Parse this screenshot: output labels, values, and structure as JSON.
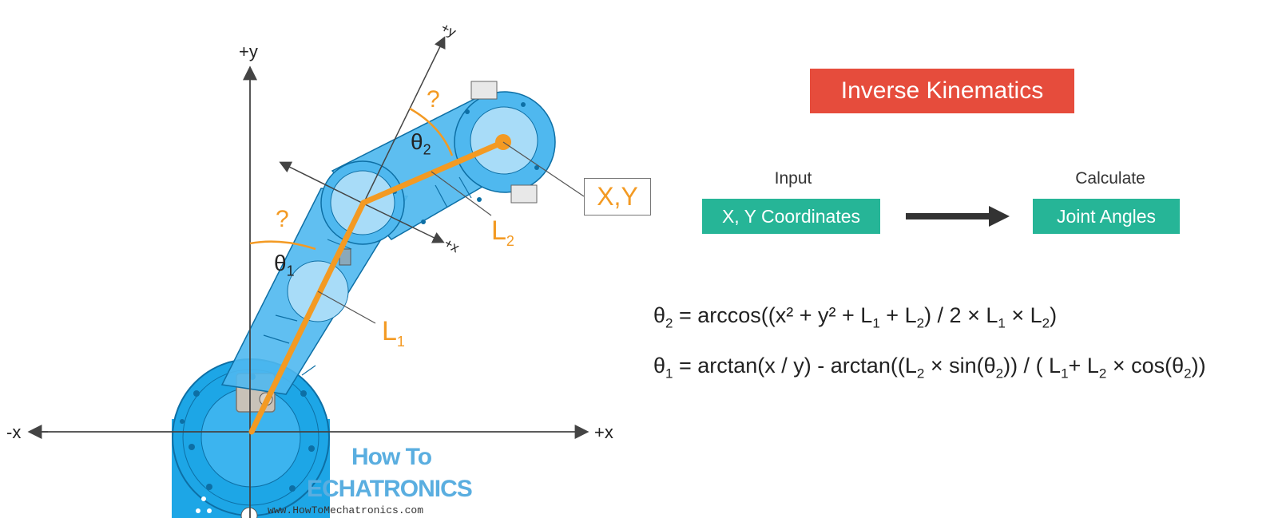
{
  "title": "Inverse Kinematics",
  "flow": {
    "input_label": "Input",
    "input_value": "X, Y Coordinates",
    "output_label": "Calculate",
    "output_value": "Joint Angles"
  },
  "diagram": {
    "axis_pos_y": "+y",
    "axis_pos_x": "+x",
    "axis_neg_x": "-x",
    "local_pos_y": "+y",
    "local_pos_x": "+x",
    "unknown_1": "?",
    "unknown_2": "?",
    "theta_symbol": "θ",
    "theta1_sub": "1",
    "theta2_sub": "2",
    "link_symbol": "L",
    "link1_sub": "1",
    "link2_sub": "2",
    "target": "X,Y"
  },
  "equations": {
    "theta2": {
      "lhs": "θ",
      "lhs_sub": "2",
      "p1": " = arccos((x² + y² + L",
      "s1": "1",
      "p2": " + L",
      "s2": "2",
      "p3": ") / 2 × L",
      "s3": "1",
      "p4": " × L",
      "s4": "2",
      "p5": ")"
    },
    "theta1": {
      "lhs": "θ",
      "lhs_sub": "1",
      "p1": " = arctan(x / y) - arctan((L",
      "s1": "2",
      "p2": " × sin(θ",
      "s2": "2",
      "p3": ")) / ( L",
      "s3": "1",
      "p4": "+ L",
      "s4": "2",
      "p5": " × cos(θ",
      "s5": "2",
      "p6": "))"
    }
  },
  "logo": {
    "line1": "How To",
    "line2": "ECHATRONICS",
    "url": "www.HowToMechatronics.com"
  },
  "colors": {
    "accent_red": "#e64c3c",
    "accent_green": "#26b597",
    "accent_orange": "#f39a23",
    "robot_blue": "#1da6e6"
  }
}
